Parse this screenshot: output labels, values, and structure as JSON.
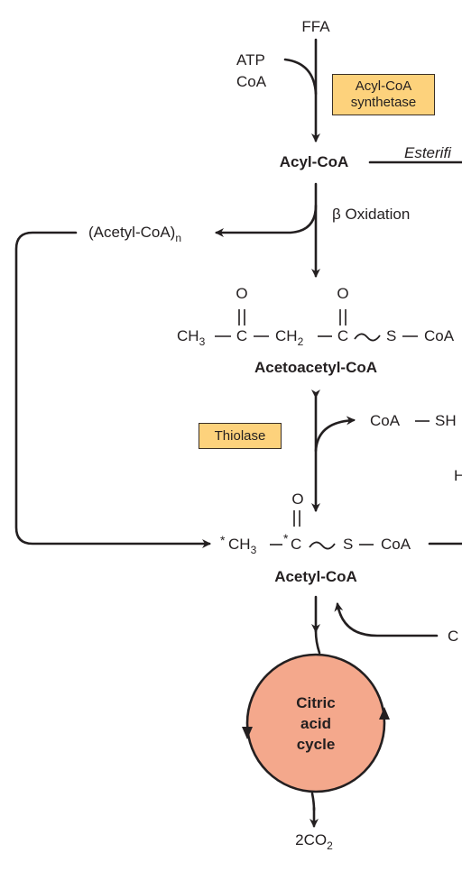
{
  "colors": {
    "enzyme_box": "#fdd27c",
    "cycle_fill": "#f4a88c",
    "line": "#231f20"
  },
  "top": {
    "ffa": "FFA",
    "atp": "ATP",
    "coa": "CoA"
  },
  "enzyme1": {
    "line1": "Acyl-CoA",
    "line2": "synthetase"
  },
  "acyl_coa": "Acyl-CoA",
  "esterification": "Esterifi",
  "beta": {
    "symbol": "β",
    "label": "Oxidation"
  },
  "acetyl_coa_n": {
    "main": "(Acetyl-CoA)",
    "sub": "n"
  },
  "acetoacetyl": {
    "o1": "O",
    "o2": "O",
    "ch3": "CH",
    "ch3_sub": "3",
    "c1": "C",
    "ch2": "CH",
    "ch2_sub": "2",
    "c2": "C",
    "s": "S",
    "coa": "CoA",
    "name": "Acetoacetyl-CoA"
  },
  "thiolase": "Thiolase",
  "coa_sh": {
    "coa": "CoA",
    "sh": "SH"
  },
  "h_partial": "H",
  "acetyl": {
    "o": "O",
    "star1": "*",
    "ch3": "CH",
    "ch3_sub": "3",
    "star2": "*",
    "c": "C",
    "s": "S",
    "coa": "CoA",
    "name": "Acetyl-CoA"
  },
  "c_partial": "C",
  "cycle": {
    "line1": "Citric",
    "line2": "acid",
    "line3": "cycle"
  },
  "co2": {
    "pre": "2CO",
    "sub": "2"
  }
}
